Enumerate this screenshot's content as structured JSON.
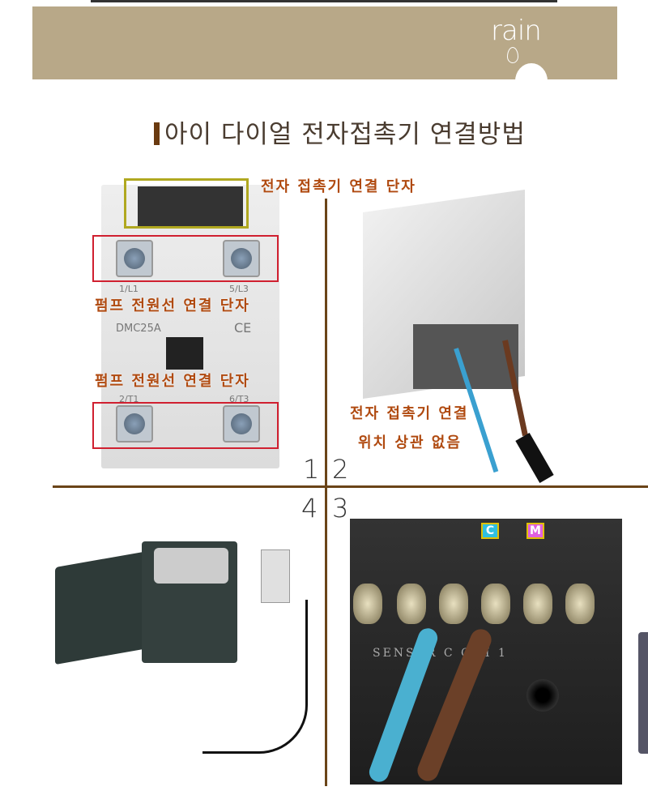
{
  "header": {
    "logo": "rain",
    "title": "아이 다이얼 전자접촉기 연결방법",
    "band_color": "#b8a888"
  },
  "panels": {
    "p1": {
      "number": "1",
      "label_top": "전자 접촉기 연결 단자",
      "label_pump_1": "펌프 전원선 연결 단자",
      "label_pump_2": "펌프 전원선 연결 단자",
      "terminal_1": "1/L1",
      "terminal_2": "5/L3",
      "terminal_3": "2/T1",
      "terminal_4": "6/T3",
      "model": "DMC25A",
      "ce": "CE"
    },
    "p2": {
      "number": "2",
      "caption_1": "전자 접촉기 연결",
      "caption_2": "위치 상관 없음"
    },
    "p3": {
      "number": "3",
      "tag_c": "C",
      "tag_m": "M",
      "board_text": "SENSER  C  C  M  1"
    },
    "p4": {
      "number": "4"
    }
  },
  "colors": {
    "label": "#b04a10",
    "highlight_yellow": "#b0a820",
    "highlight_red": "#d02030",
    "divider": "#6a4418"
  }
}
